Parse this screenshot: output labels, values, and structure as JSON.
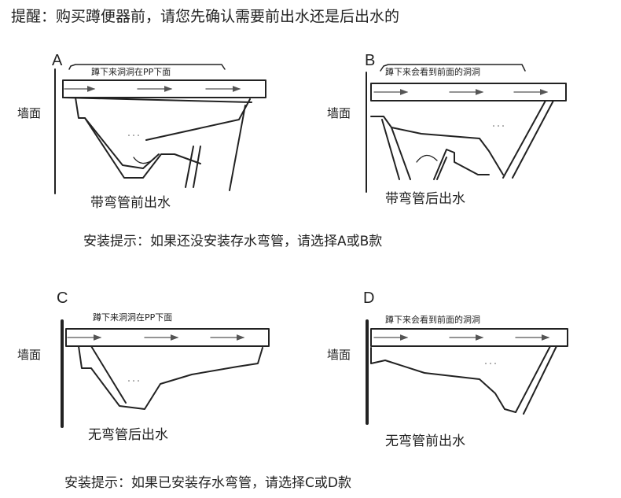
{
  "title": "提醒：购买蹲便器前，请您先确认需要前出水还是后出水的",
  "panels": {
    "a": {
      "letter": "A",
      "bar_text": "蹲下来洞洞在PP下面",
      "caption": "带弯管前出水"
    },
    "b": {
      "letter": "B",
      "bar_text": "蹲下来会看到前面的洞洞",
      "caption": "带弯管后出水"
    },
    "c": {
      "letter": "C",
      "bar_text": "蹲下来洞洞在PP下面",
      "caption": "无弯管后出水"
    },
    "d": {
      "letter": "D",
      "bar_text": "蹲下来会看到前面的洞洞",
      "caption": "无弯管前出水"
    }
  },
  "wall_label": "墙面",
  "tip1": "安装提示：如果还没安装存水弯管，请选择A或B款",
  "tip2": "安装提示：如果已安装存水弯管，请选择C或D款",
  "colors": {
    "line": "#222222",
    "background": "#ffffff"
  }
}
